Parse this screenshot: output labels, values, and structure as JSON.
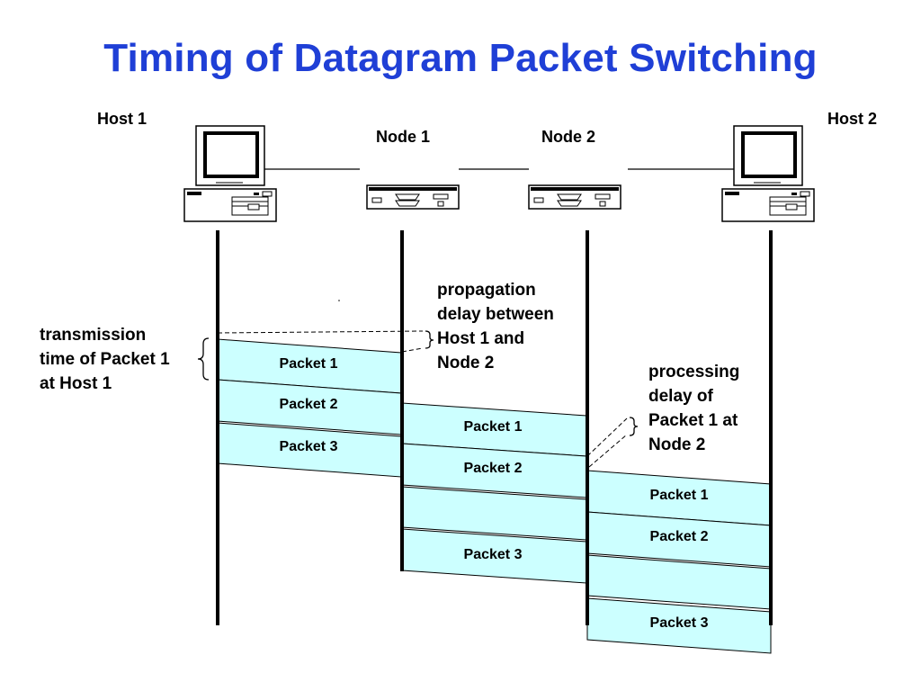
{
  "title": "Timing of Datagram Packet Switching",
  "hosts": {
    "host1": "Host 1",
    "host2": "Host 2"
  },
  "nodes": {
    "node1": "Node 1",
    "node2": "Node 2"
  },
  "annotations": {
    "transmission": "transmission\ntime of Packet 1\nat Host 1",
    "propagation": "propagation\ndelay between\nHost 1 and\nNode 2",
    "processing": "processing\ndelay of\nPacket 1 at\nNode 2"
  },
  "packets": {
    "host1_link": [
      "Packet 1",
      "Packet 2",
      "Packet 3"
    ],
    "node1_link": [
      "Packet 1",
      "Packet 2",
      "",
      "Packet 3"
    ],
    "node2_link": [
      "Packet 1",
      "Packet 2",
      "",
      "Packet 3"
    ]
  },
  "colors": {
    "title": "#1f3fd6",
    "packet_fill": "#ccffff",
    "line": "#000000"
  }
}
